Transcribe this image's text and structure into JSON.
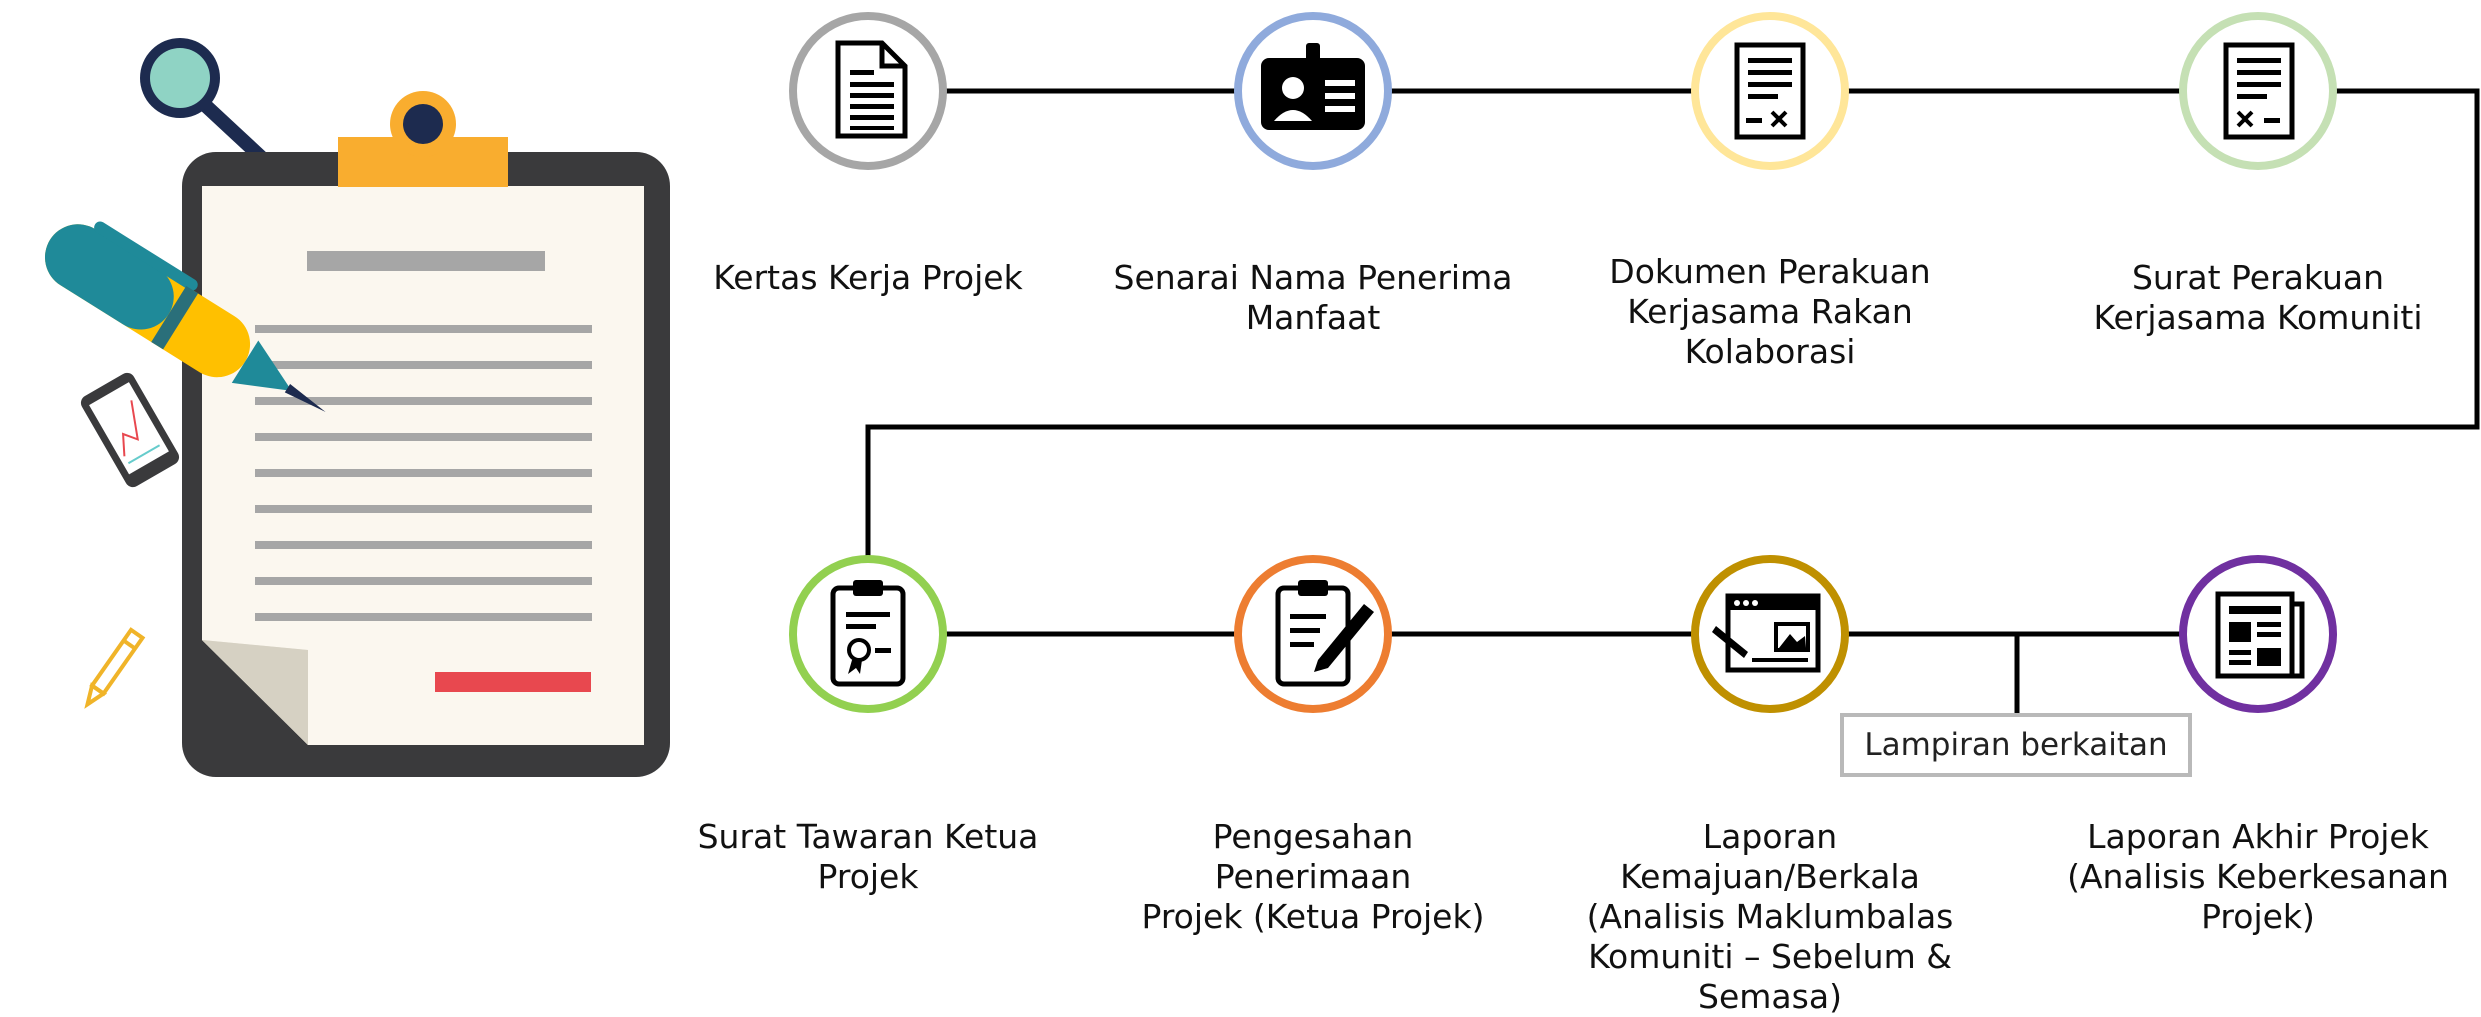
{
  "steps_top": [
    {
      "label_lines": [
        "Kertas Kerja Projek"
      ],
      "ring_color": "#a6a6a6",
      "icon": "document-icon"
    },
    {
      "label_lines": [
        "Senarai Nama Penerima",
        "Manfaat"
      ],
      "ring_color": "#8faadc",
      "icon": "id-card-icon"
    },
    {
      "label_lines": [
        "Dokumen Perakuan",
        "Kerjasama Rakan",
        "Kolaborasi"
      ],
      "ring_color": "#ffe699",
      "icon": "agreement-document-icon"
    },
    {
      "label_lines": [
        "Surat Perakuan",
        "Kerjasama Komuniti"
      ],
      "ring_color": "#c5e0b4",
      "icon": "letter-document-icon"
    }
  ],
  "steps_bottom": [
    {
      "label_lines": [
        "Surat Tawaran Ketua",
        "Projek"
      ],
      "ring_color": "#92d050",
      "icon": "certificate-clipboard-icon"
    },
    {
      "label_lines": [
        "Pengesahan Penerimaan",
        "Projek (Ketua Projek)"
      ],
      "ring_color": "#ed7d31",
      "icon": "clipboard-pen-icon"
    },
    {
      "label_lines": [
        "Laporan Kemajuan/Berkala",
        "(Analisis Maklumbalas",
        "Komuniti – Sebelum &",
        "Semasa)"
      ],
      "ring_color": "#bf9000",
      "icon": "browser-window-icon"
    },
    {
      "label_lines": [
        "Laporan Akhir Projek",
        "(Analisis Keberkesanan",
        "Projek)"
      ],
      "ring_color": "#7030a0",
      "icon": "newspaper-icon"
    }
  ],
  "attachment_label": "Lampiran berkaitan",
  "colors": {
    "connector": "#000000",
    "clipboard_frame": "#3a3a3c",
    "clip": "#f9ad2f",
    "paper": "#fbf7ef",
    "paper_lines": "#a6a6a6",
    "red_bar": "#e8484f",
    "pen_body": "#ffc000",
    "pen_cap": "#1f8a99"
  }
}
